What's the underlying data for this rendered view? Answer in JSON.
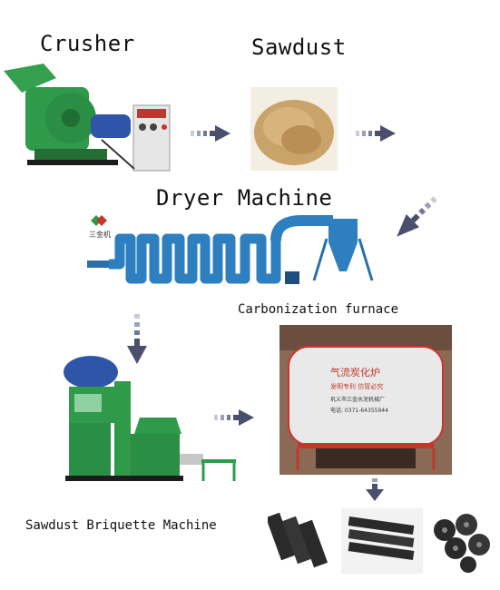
{
  "labels": {
    "crusher": "Crusher",
    "sawdust": "Sawdust",
    "dryer": "Dryer Machine",
    "carbonization": "Carbonization furnace",
    "briquette": "Sawdust Briquette Machine"
  },
  "furnace_sign": {
    "line1": "气流炭化炉",
    "line2": "发明专利 仿冒必究",
    "line3": "巩义市三金水泥机械厂",
    "line4": "电话: 0371-64355944"
  },
  "dryer_logo": "三金机",
  "colors": {
    "machine_green": "#2e9a4a",
    "arrow": "#4a4f6e",
    "sawdust": "#c8a36a"
  }
}
